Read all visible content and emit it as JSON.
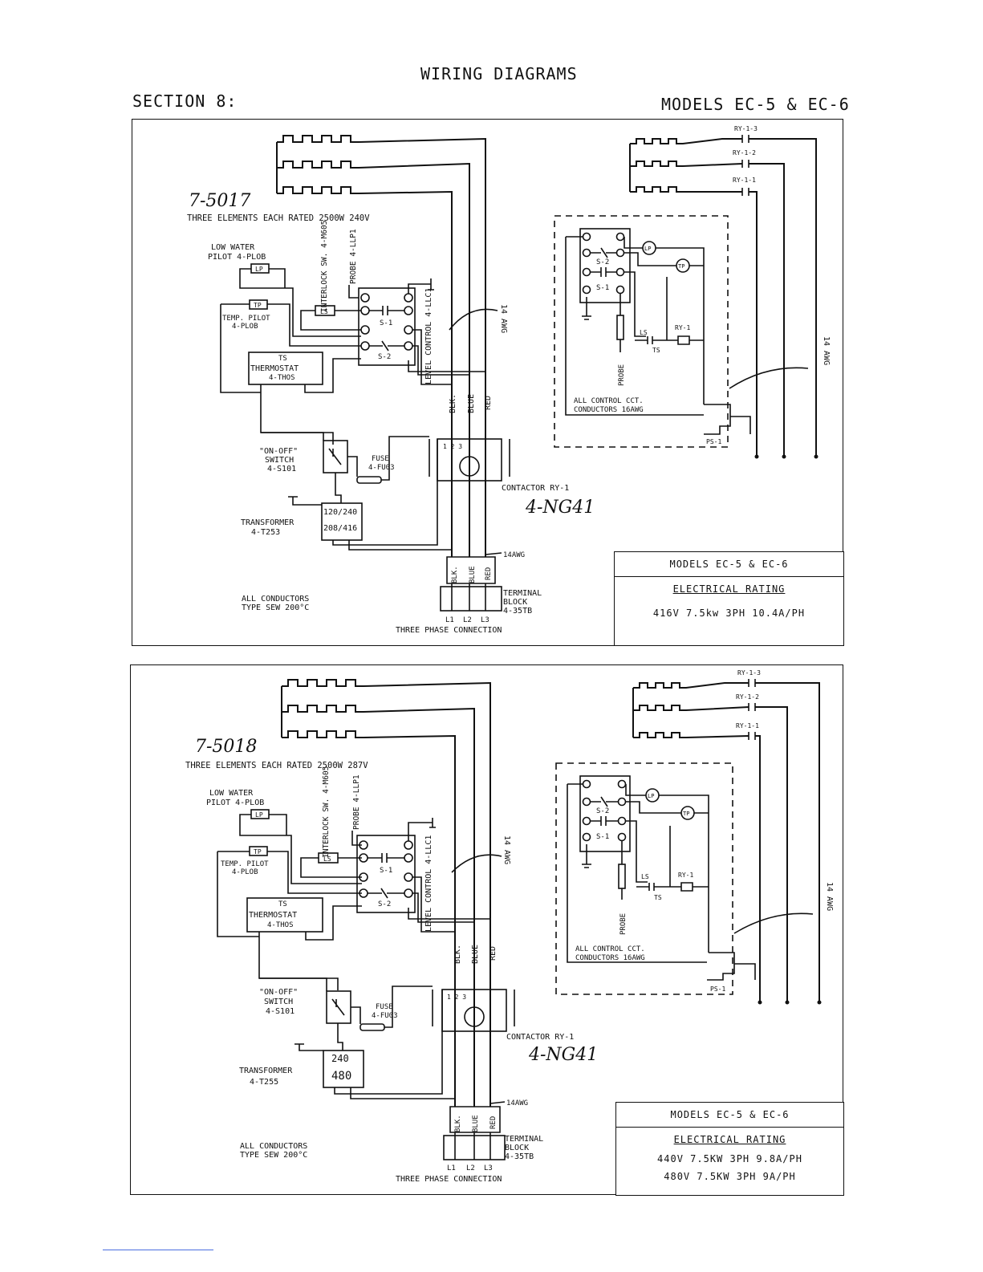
{
  "header": {
    "title": "WIRING DIAGRAMS",
    "section": "SECTION  8:",
    "models": "MODELS EC-5 & EC-6"
  },
  "diagrams": [
    {
      "drawing_no": "7-5017",
      "elements_note": "THREE ELEMENTS EACH RATED 2500W 240V",
      "low_water_pilot": [
        "LOW WATER",
        "PILOT 4-PLOB"
      ],
      "lp": "LP",
      "tp": "TP",
      "temp_pilot": [
        "TEMP. PILOT",
        "4-PLOB"
      ],
      "thermostat": [
        "TS",
        "THERMOSTAT",
        "4-THOS"
      ],
      "interlock": "INTERLOCK SW. 4-M605",
      "probe": "PROBE 4-LLP1",
      "ls": "LS",
      "s1": "S-1",
      "s2": "S-2",
      "level_control": "LEVEL CONTROL 4-LLC1",
      "awg_main": "14 AWG",
      "wire_colors": [
        "BLK.",
        "BLUE",
        "RED"
      ],
      "switch": [
        "\"ON-OFF\"",
        "SWITCH",
        "4-S101"
      ],
      "fuse": [
        "FUSE",
        "4-FU03"
      ],
      "transformer": [
        "TRANSFORMER",
        "4-T253"
      ],
      "transformer_box": [
        "120/240",
        "208/416"
      ],
      "contactor": "CONTACTOR RY-1",
      "contactor_part": "4-NG41",
      "awg_terminal": "14AWG",
      "terminal_block": [
        "TERMINAL",
        "BLOCK",
        "4-35TB"
      ],
      "lines": [
        "L1",
        "L2",
        "L3"
      ],
      "three_phase": "THREE PHASE CONNECTION",
      "all_conductors": [
        "ALL CONDUCTORS",
        "TYPE SEW 200°C"
      ],
      "relays": [
        "RY-1-3",
        "RY-1-2",
        "RY-1-1"
      ],
      "control": {
        "lp": "LP",
        "tp": "TP",
        "s2": "S-2",
        "s1": "S-1",
        "ls": "LS",
        "ts": "TS",
        "ry": "RY-1",
        "probe": "PROBE",
        "note": [
          "ALL CONTROL CCT.",
          "CONDUCTORS 16AWG"
        ],
        "ps": "PS-1",
        "awg": "14 AWG"
      },
      "rating": {
        "models": "MODELS EC-5 & EC-6",
        "heading": "ELECTRICAL RATING",
        "lines": [
          "416V 7.5kw 3PH 10.4A/PH"
        ]
      }
    },
    {
      "drawing_no": "7-5018",
      "elements_note": "THREE ELEMENTS EACH RATED 2500W 287V",
      "low_water_pilot": [
        "LOW WATER",
        "PILOT 4-PLOB"
      ],
      "lp": "LP",
      "tp": "TP",
      "temp_pilot": [
        "TEMP. PILOT",
        "4-PLOB"
      ],
      "thermostat": [
        "TS",
        "THERMOSTAT",
        "4-THOS"
      ],
      "interlock": "INTERLOCK SW. 4-M605",
      "probe": "PROBE 4-LLP1",
      "ls": "LS",
      "s1": "S-1",
      "s2": "S-2",
      "level_control": "LEVEL CONTROL 4-LLC1",
      "awg_main": "14 AWG",
      "wire_colors": [
        "BLK.",
        "BLUE",
        "RED"
      ],
      "switch": [
        "\"ON-OFF\"",
        "SWITCH",
        "4-S101"
      ],
      "fuse": [
        "FUSE",
        "4-FU03"
      ],
      "transformer": [
        "TRANSFORMER",
        "4-T255"
      ],
      "transformer_box": [
        "240",
        "480"
      ],
      "contactor": "CONTACTOR RY-1",
      "contactor_part": "4-NG41",
      "awg_terminal": "14AWG",
      "terminal_block": [
        "TERMINAL",
        "BLOCK",
        "4-35TB"
      ],
      "lines": [
        "L1",
        "L2",
        "L3"
      ],
      "three_phase": "THREE PHASE CONNECTION",
      "all_conductors": [
        "ALL CONDUCTORS",
        "TYPE SEW 200°C"
      ],
      "relays": [
        "RY-1-3",
        "RY-1-2",
        "RY-1-1"
      ],
      "control": {
        "lp": "LP",
        "tp": "TP",
        "s2": "S-2",
        "s1": "S-1",
        "ls": "LS",
        "ts": "TS",
        "ry": "RY-1",
        "probe": "PROBE",
        "note": [
          "ALL CONTROL CCT.",
          "CONDUCTORS 16AWG"
        ],
        "ps": "PS-1",
        "awg": "14 AWG"
      },
      "rating": {
        "models": "MODELS EC-5 & EC-6",
        "heading": "ELECTRICAL RATING",
        "lines": [
          "440V 7.5KW 3PH 9.8A/PH",
          "480V 7.5KW 3PH 9A/PH"
        ]
      }
    }
  ]
}
